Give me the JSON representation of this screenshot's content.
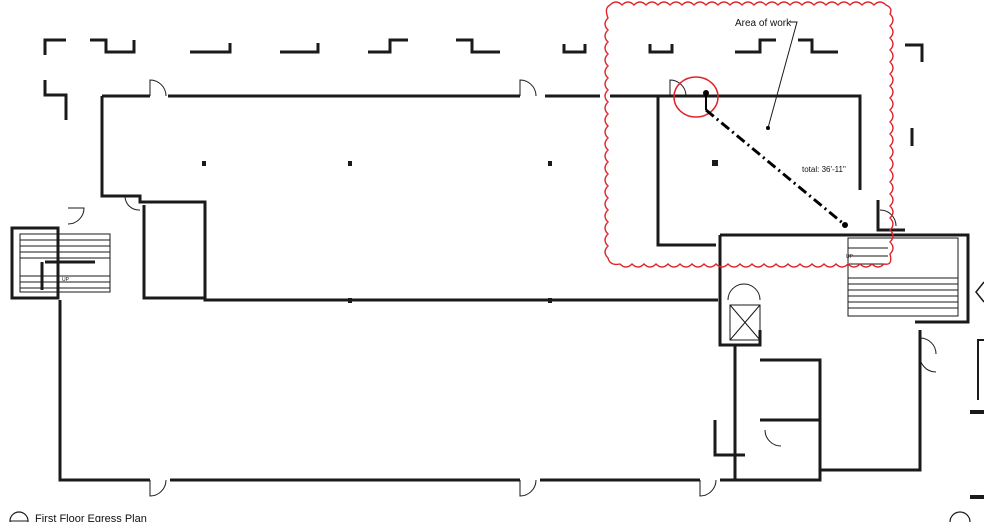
{
  "plan": {
    "title": "First Floor Egress Plan",
    "callout": "Area of work",
    "measurement": "total: 36'-11\"",
    "stair_up_label": "UP",
    "colors": {
      "walls": "#1a1a1a",
      "revision_cloud": "#e0242c",
      "measure_line": "#000000"
    }
  }
}
